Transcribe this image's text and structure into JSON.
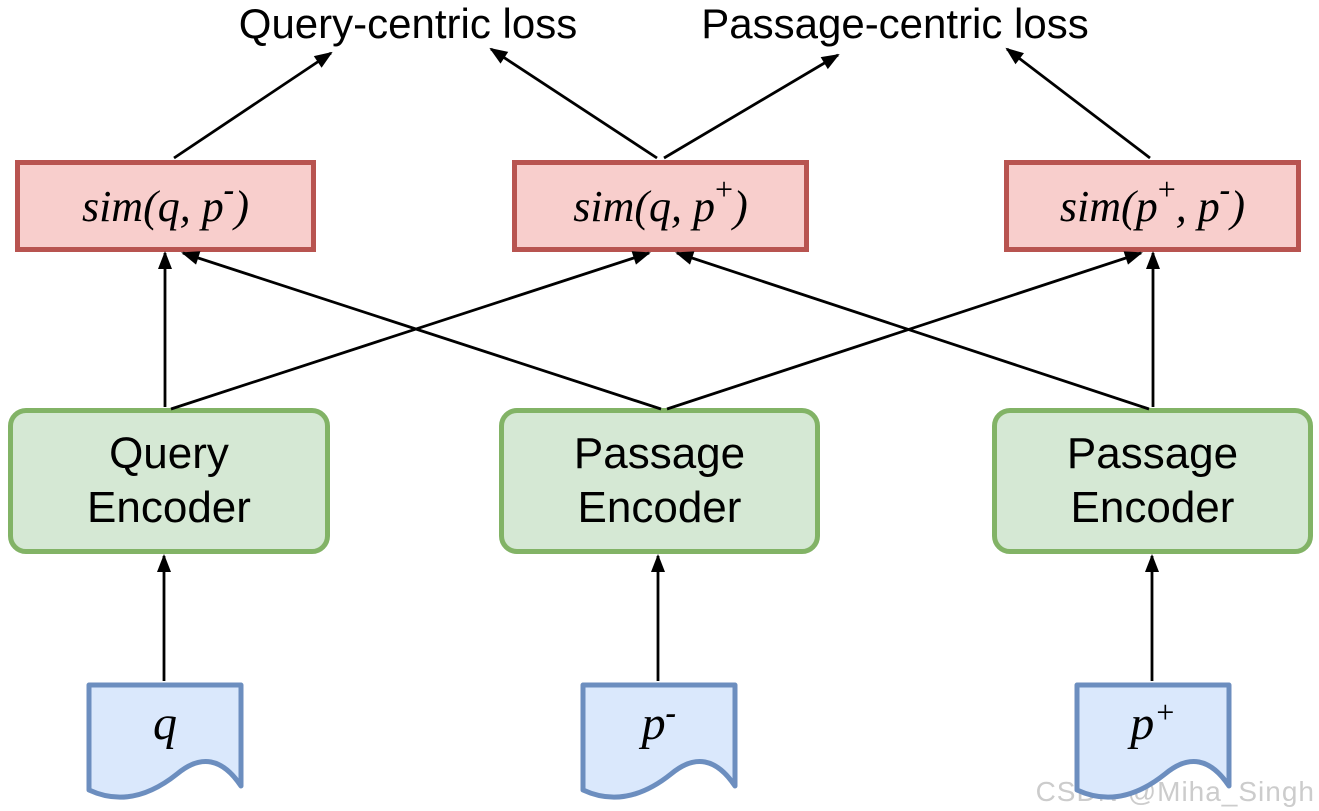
{
  "losses": [
    {
      "label": "Query-centric loss"
    },
    {
      "label": "Passage-centric loss"
    }
  ],
  "sim_boxes": [
    {
      "segments": [
        {
          "text": "sim(q, p"
        },
        {
          "text": "-",
          "sup": true
        },
        {
          "text": ")"
        }
      ]
    },
    {
      "segments": [
        {
          "text": "sim(q, p"
        },
        {
          "text": "+",
          "sup": true
        },
        {
          "text": ")"
        }
      ]
    },
    {
      "segments": [
        {
          "text": "sim(p"
        },
        {
          "text": "+",
          "sup": true
        },
        {
          "text": ", p"
        },
        {
          "text": "-",
          "sup": true
        },
        {
          "text": ")"
        }
      ]
    }
  ],
  "encoders": [
    {
      "line1": "Query",
      "line2": "Encoder"
    },
    {
      "line1": "Passage",
      "line2": "Encoder"
    },
    {
      "line1": "Passage",
      "line2": "Encoder"
    }
  ],
  "documents": [
    {
      "base": "q",
      "sup": ""
    },
    {
      "base": "p",
      "sup": "-"
    },
    {
      "base": "p",
      "sup": "+"
    }
  ],
  "watermark": "CSDN @Miha_Singh",
  "colors": {
    "sim_fill": "#f8cecc",
    "sim_stroke": "#b85450",
    "encoder_fill": "#d5e8d4",
    "encoder_stroke": "#82b366",
    "document_fill": "#dae8fc",
    "document_stroke": "#6c8ebf",
    "arrow": "#000000",
    "text": "#000000",
    "watermark_text": "#cccccc"
  }
}
